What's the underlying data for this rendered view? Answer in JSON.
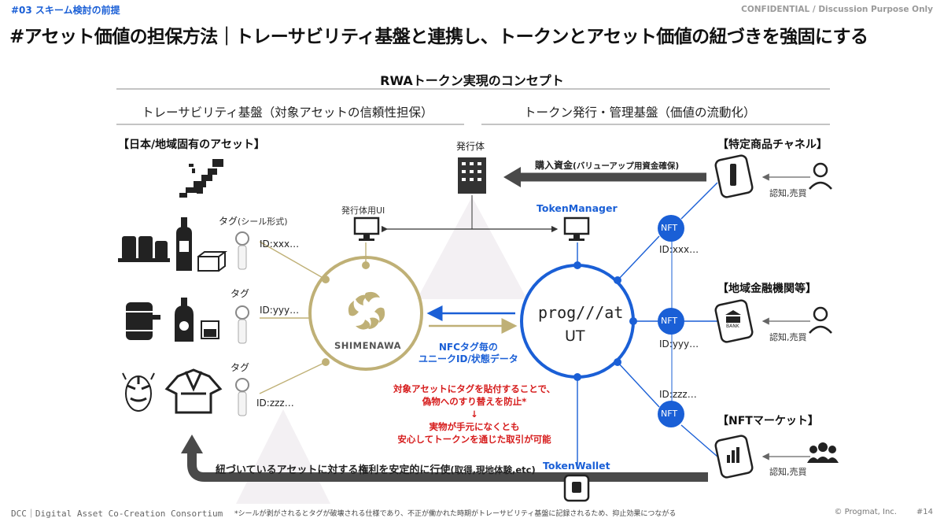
{
  "header": {
    "section": "#03 スキーム検討の前提",
    "confidential": "CONFIDENTIAL / Discussion Purpose Only",
    "title": "#アセット価値の担保方法｜トレーサビリティ基盤と連携し、トークンとアセット価値の紐づきを強固にする"
  },
  "diagram": {
    "concept_title": "RWAトークン実現のコンセプト",
    "left_header": "トレーサビリティ基盤（対象アセットの信頼性担保）",
    "right_header": "トークン発行・管理基盤（価値の流動化）",
    "asset_group": "【日本/地域固有のアセット】",
    "tag_seal": "タグ",
    "tag_seal_note": "(シール形式)",
    "tag2": "タグ",
    "tag3": "タグ",
    "id_xxx": "ID:xxx…",
    "id_yyy": "ID:yyy…",
    "id_zzz": "ID:zzz…",
    "shimenawa": "SHIMENAWA",
    "issuer": "発行体",
    "issuer_ui": "発行体用UI",
    "token_manager": "TokenManager",
    "progmat_logo": "prog///at",
    "progmat_ut": "UT",
    "purchase_funds": "購入資金",
    "purchase_funds_note": "(バリューアップ用資金確保)",
    "nfc_line1": "NFCタグ毎の",
    "nfc_line2": "ユニークID/状態データ",
    "red_line1": "対象アセットにタグを貼付することで、",
    "red_line2": "偽物へのすり替えを防止*",
    "red_arrow": "↓",
    "red_line3": "実物が手元になくとも",
    "red_line4": "安心してトークンを通じた取引が可能",
    "nft": "NFT",
    "nft_id_xxx": "ID:xxx…",
    "nft_id_yyy": "ID:yyy…",
    "nft_id_zzz": "ID:zzz…",
    "channel_specific": "【特定商品チャネル】",
    "channel_regional": "【地域金融機関等】",
    "channel_market": "【NFTマーケット】",
    "recognize_buy": "認知,売買",
    "bank_text": "BANK",
    "token_wallet": "TokenWallet",
    "rights_main": "紐づいているアセットに対する権利を安定的に行使",
    "rights_note": "(取得,現地体験,etc)"
  },
  "footer": {
    "org": "DCC｜Digital Asset Co-Creation Consortium",
    "footnote": "*シールが剥がされるとタグが破壊される仕様であり、不正が働かれた時期がトレーサビリティ基盤に記録されるため、抑止効果につながる",
    "copyright": "©  Progmat, Inc.",
    "page": "#14"
  },
  "colors": {
    "accent_blue": "#1a5fd6",
    "gold": "#bfb076",
    "alert_red": "#d61b1b",
    "dark_arrow": "#4a4a4a"
  }
}
